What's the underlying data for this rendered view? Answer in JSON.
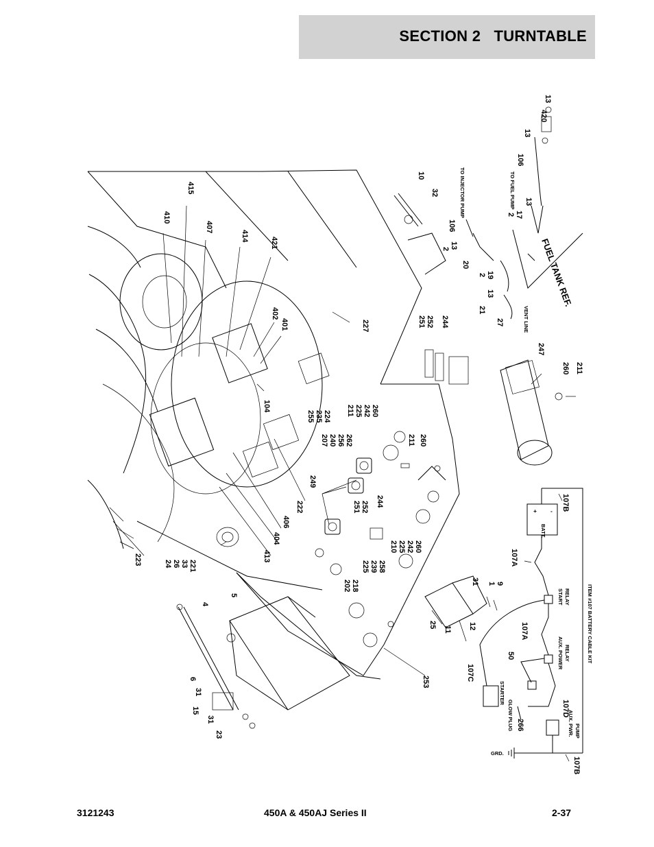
{
  "header": {
    "section": "SECTION 2   TURNTABLE"
  },
  "footer": {
    "doc_number": "3121243",
    "model": "450A & 450AJ Series II",
    "page": "2-37"
  },
  "callouts": {
    "c410": "410",
    "c415": "415",
    "c407": "407",
    "c414": "414",
    "c421": "421",
    "c402": "402",
    "c401": "401",
    "c227": "227",
    "c104": "104",
    "c255_col": "255 235 224",
    "c211_col": "211 225 242 260",
    "c207_col": "207 240 256 262",
    "c211b": "211",
    "c260b": "260",
    "c249": "249",
    "c251_252": "251 252",
    "c244": "244",
    "c210_col": "210 225 242 260",
    "c225_col": "225 239 258",
    "c202_col": "202 218",
    "c222": "222",
    "c406": "406",
    "c404": "404",
    "c413": "413",
    "c223": "223",
    "c24_col": "24 26 33 221",
    "c4": "4",
    "c5": "5",
    "c6": "6",
    "c31a": "31",
    "c15": "15",
    "c31b": "31",
    "c23": "23",
    "c253": "253",
    "c25": "25",
    "c11": "11",
    "c12": "12",
    "c31c": "31",
    "c1": "1",
    "c9": "9",
    "c251_top": "251",
    "c252_top": "252",
    "c244_top": "244",
    "c247": "247",
    "c260c": "260",
    "c211c": "211",
    "c10": "10",
    "c32": "32",
    "c106a": "106",
    "c2a": "2",
    "c13a": "13",
    "c20": "20",
    "c2b": "2",
    "c19": "19",
    "c21": "21",
    "c13b": "13",
    "c27": "27",
    "c2c": "2",
    "c17": "17",
    "c13c": "13",
    "c106b": "106",
    "c13d": "13",
    "c420": "420",
    "c13e": "13"
  },
  "labels": {
    "to_injector_pump": "TO INJECTOR PUMP",
    "to_fuel_pump": "TO FUEL PUMP",
    "vent_line": "VENT LINE",
    "fuel_tank_ref": "FUEL TANK REF."
  },
  "schematic": {
    "batt": "BATT.",
    "plus": "+",
    "minus": "-",
    "start_relay": "START RELAY",
    "aux_power_relay": "AUX. POWER RELAY",
    "starter": "STARTER",
    "glow_plug": "GLOW PLUG",
    "aux_pwr_pump": "AUX. PWR. PUMP",
    "grd": "GRD.",
    "c107b_top": "107B",
    "c107a_1": "107A",
    "c107a_2": "107A",
    "c50": "50",
    "c107c": "107C",
    "c107d": "107D",
    "c266": "266",
    "c107b_bottom": "107B",
    "kit_caption": "ITEM #107 BATTERY CABLE KIT"
  }
}
